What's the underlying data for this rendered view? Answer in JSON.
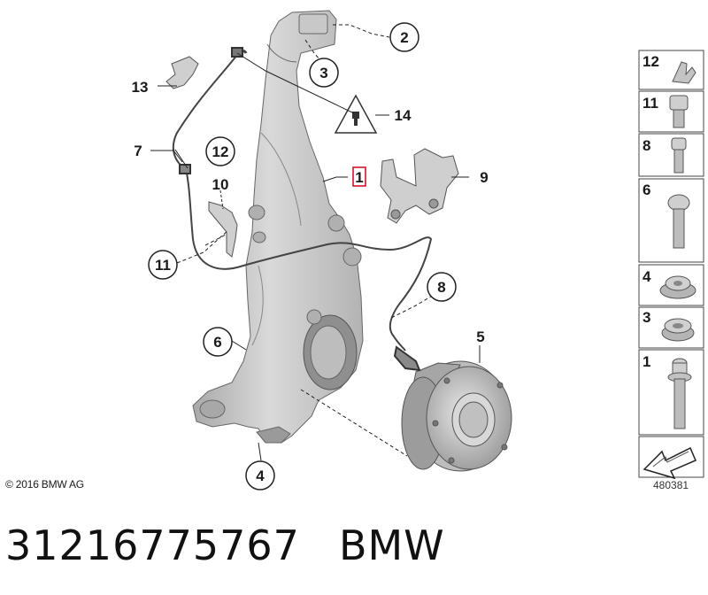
{
  "copyright": "© 2016 BMW AG",
  "drawing_number": "480381",
  "part_number": "31216775767",
  "brand": "BMW",
  "callouts": {
    "c1": "1",
    "c2": "2",
    "c3": "3",
    "c4": "4",
    "c5": "5",
    "c6": "6",
    "c7": "7",
    "c8": "8",
    "c9": "9",
    "c10": "10",
    "c11": "11",
    "c12": "12",
    "c13": "13",
    "c14": "14"
  },
  "legend": [
    "12",
    "11",
    "8",
    "6",
    "4",
    "3",
    "1"
  ],
  "colors": {
    "highlight": "#d0021b",
    "part": "#c6c6c6",
    "outline": "#555555"
  }
}
